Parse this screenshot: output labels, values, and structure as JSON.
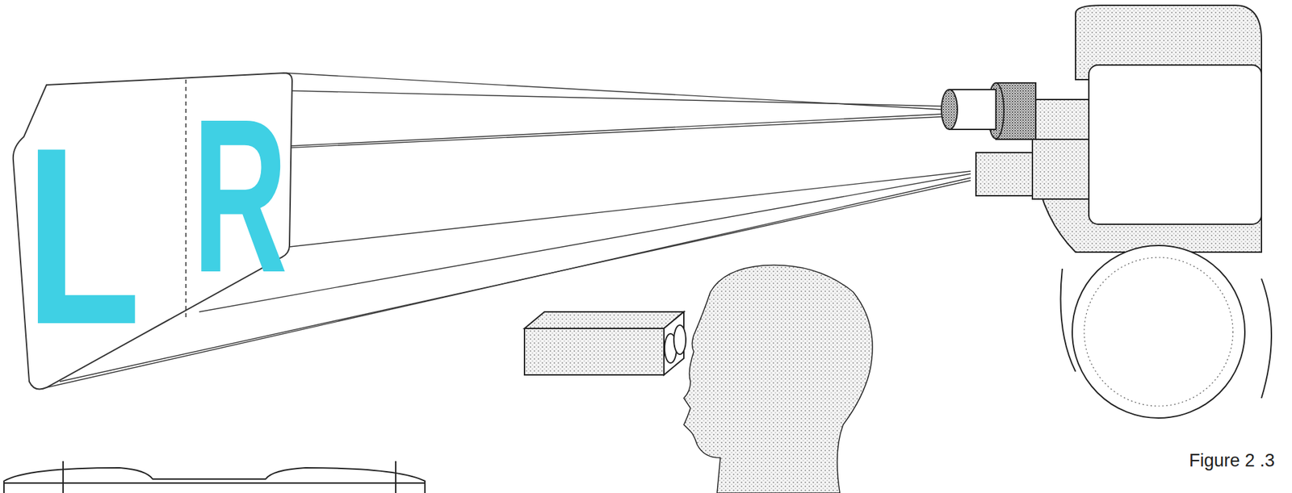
{
  "diagram": {
    "caption": "Figure 2 .3",
    "labels": [
      "L",
      "R"
    ]
  }
}
